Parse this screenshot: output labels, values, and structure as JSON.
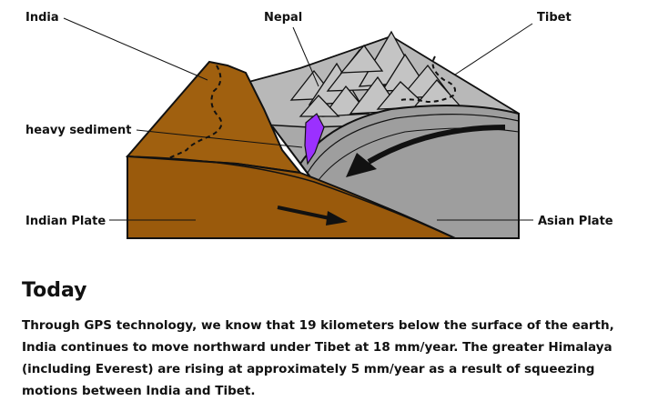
{
  "diagram": {
    "labels": {
      "india": "India",
      "nepal": "Nepal",
      "tibet": "Tibet",
      "heavy_sediment": "heavy sediment",
      "indian_plate": "Indian Plate",
      "asian_plate": "Asian Plate"
    },
    "colors": {
      "indian_plate": "#a0600f",
      "asian_plate": "#a9a9a9",
      "mountains": "#b3b3b3",
      "sediment": "#9b30ff",
      "outline": "#111111"
    }
  },
  "section": {
    "title": "Today",
    "body": "Through GPS technology, we know that 19 kilometers below the surface of the earth, India continues to move northward under Tibet at 18 mm/year. The greater Himalaya (including Everest) are rising at approximately 5 mm/year as a result of squeezing motions between India and Tibet."
  }
}
